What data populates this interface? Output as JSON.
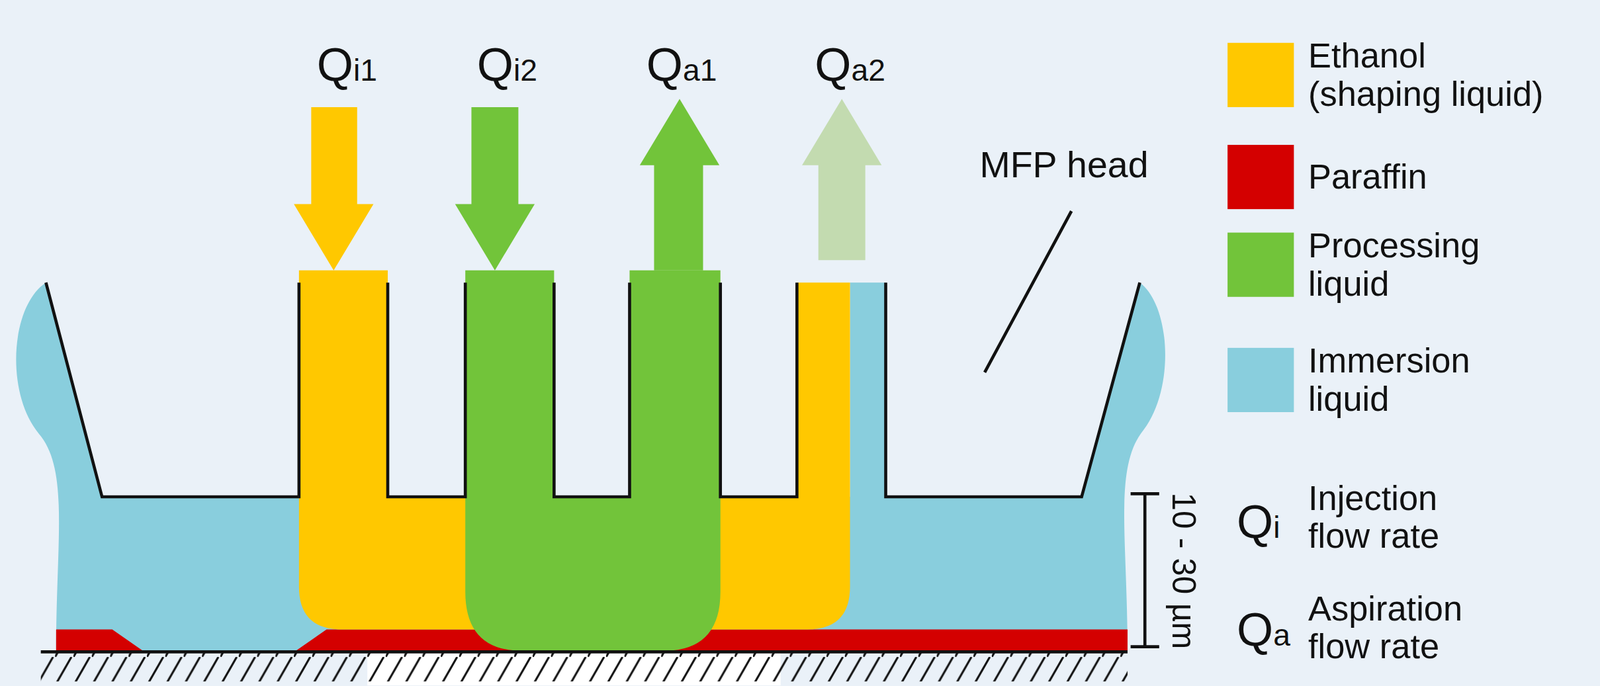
{
  "diagram": {
    "labels": [
      "Qi1",
      "Qi2",
      "Qa1",
      "Qa2",
      "MFP head",
      "10 - 30 µm",
      "Qi",
      "Injection flow rate",
      "Qa",
      "Aspiration flow rate"
    ],
    "legend": [
      {
        "text": "Ethanol (shaping liquid)",
        "color": "#ffc800"
      },
      {
        "text": "Paraffin",
        "color": "#d40000"
      },
      {
        "text": "Processing liquid",
        "color": "#72c43a"
      },
      {
        "text": "Immersion liquid",
        "color": "#89cedd"
      }
    ]
  }
}
